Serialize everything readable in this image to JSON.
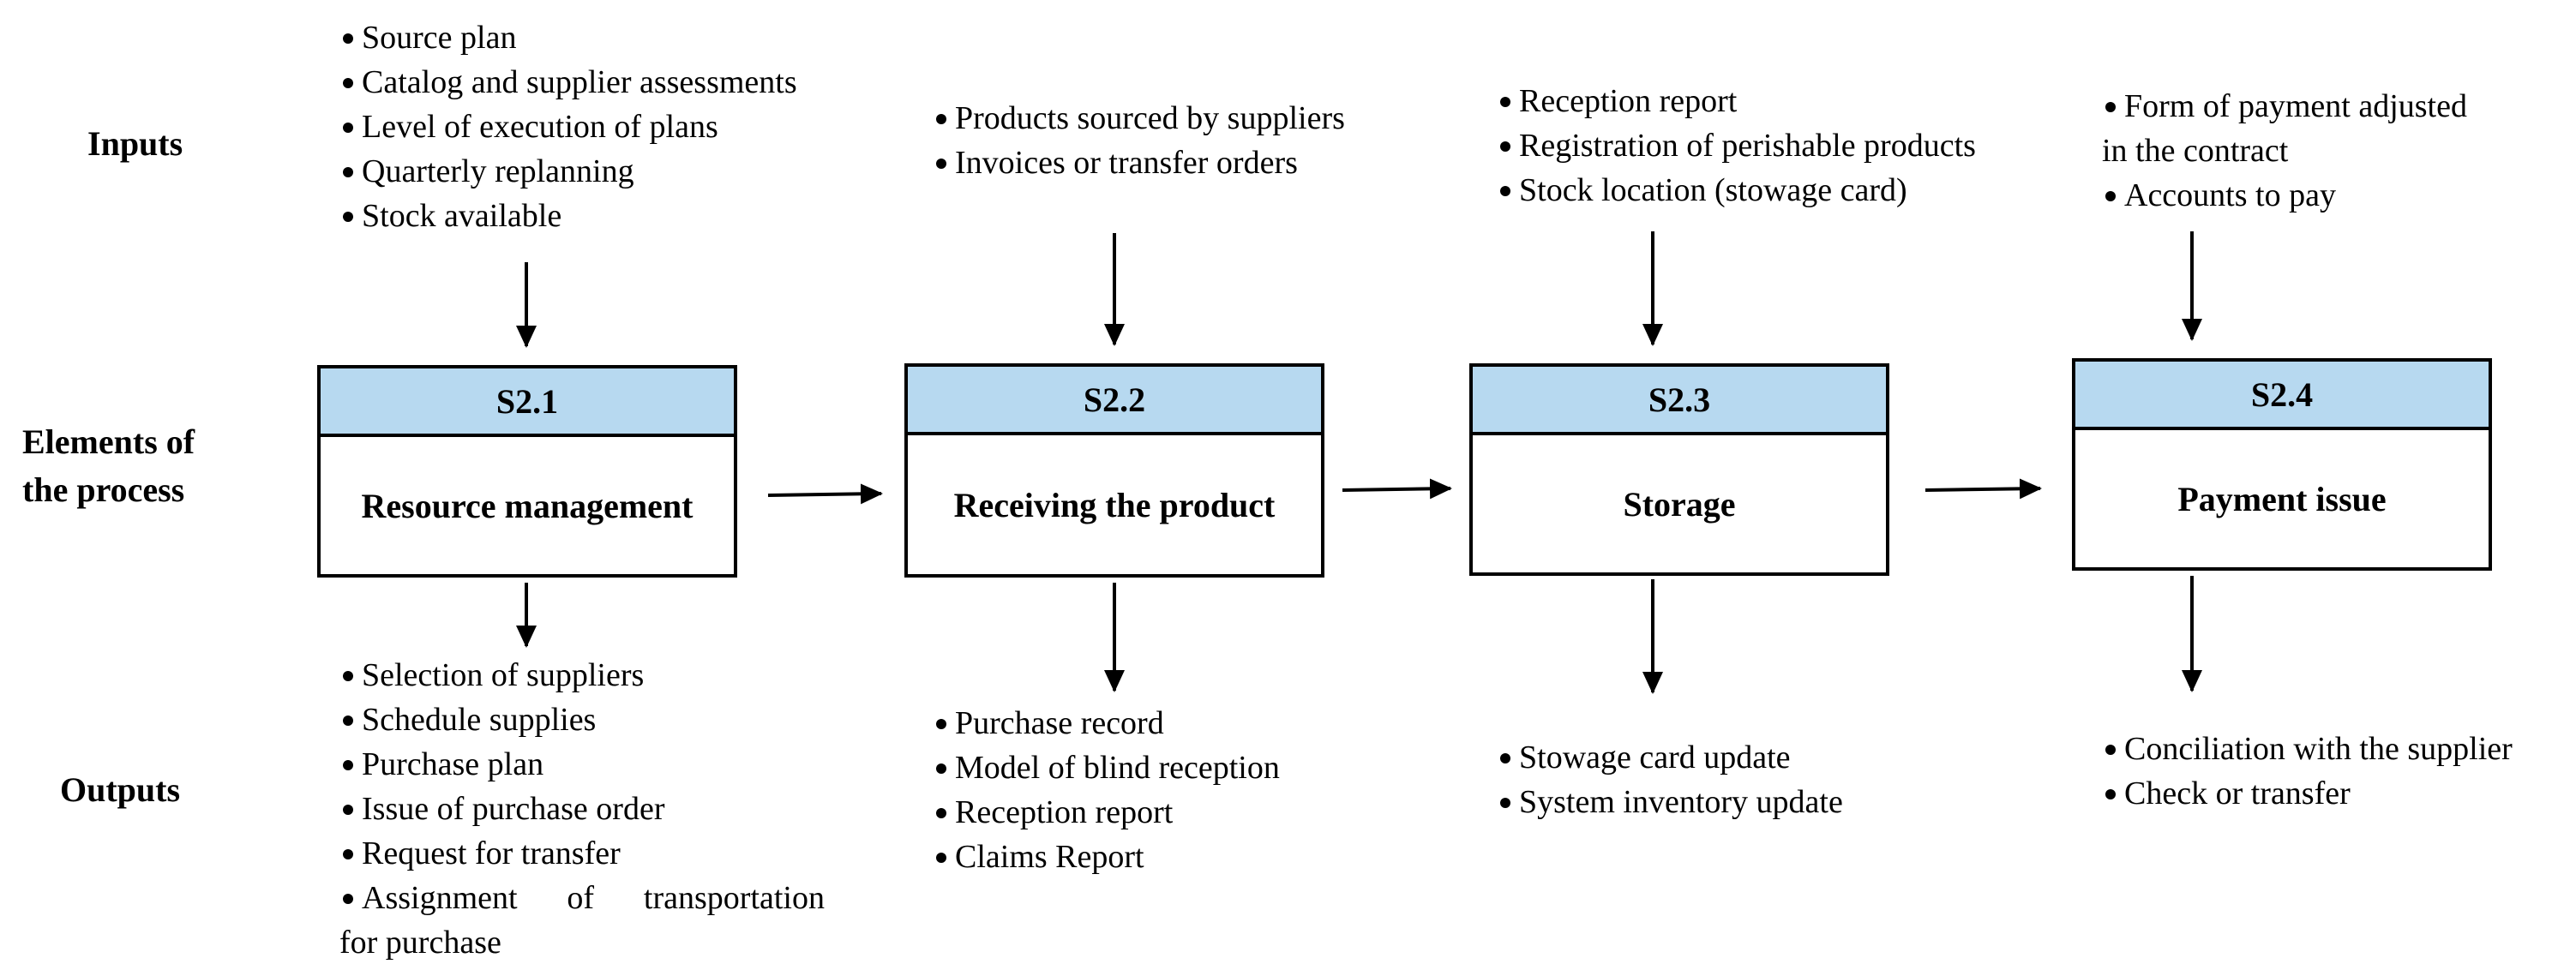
{
  "rows": {
    "inputs": "Inputs",
    "elements_line1": "Elements of",
    "elements_line2": "the process",
    "outputs": "Outputs"
  },
  "steps": [
    {
      "code": "S2.1",
      "name": "Resource management",
      "inputs": [
        "Source plan",
        "Catalog and supplier assessments",
        "Level of execution of plans",
        "Quarterly replanning",
        "Stock available"
      ],
      "outputs": [
        "Selection of suppliers",
        "Schedule supplies",
        "Purchase plan",
        "Issue of purchase order",
        "Request for transfer",
        "Assignment of transportation",
        "for purchase"
      ]
    },
    {
      "code": "S2.2",
      "name": "Receiving the product",
      "inputs": [
        "Products sourced by suppliers",
        "Invoices or transfer orders"
      ],
      "outputs": [
        "Purchase record",
        "Model of blind reception",
        "Reception report",
        "Claims Report"
      ]
    },
    {
      "code": "S2.3",
      "name": "Storage",
      "inputs": [
        "Reception report",
        "Registration of perishable products",
        "Stock location (stowage card)"
      ],
      "outputs": [
        "Stowage card update",
        "System inventory update"
      ]
    },
    {
      "code": "S2.4",
      "name": "Payment issue",
      "inputs": [
        "Form of payment adjusted",
        "in the contract",
        "Accounts to pay"
      ],
      "outputs": [
        "Conciliation with the supplier",
        "Check or transfer"
      ]
    }
  ]
}
